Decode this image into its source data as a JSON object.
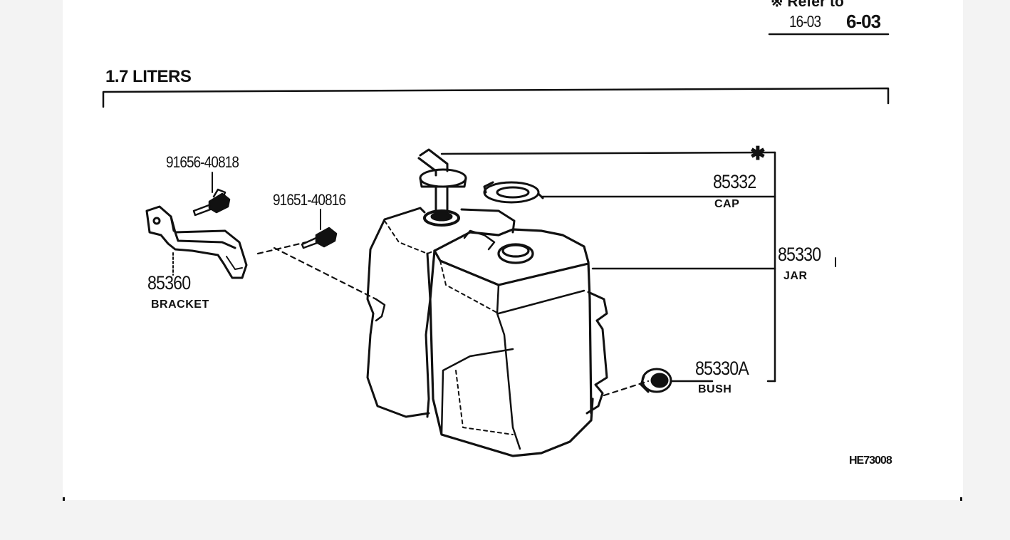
{
  "header": {
    "refer_to": "※ Refer to",
    "ref_small": "16-03",
    "ref_big": "6-03"
  },
  "section_title": "1.7 LITERS",
  "parts": {
    "bolt_1": {
      "number": "91656-40818"
    },
    "bolt_2": {
      "number": "91651-40816"
    },
    "bracket": {
      "number": "85360",
      "label": "BRACKET"
    },
    "cap": {
      "number": "85332",
      "label": "CAP"
    },
    "jar": {
      "number": "85330",
      "label": "JAR"
    },
    "bush": {
      "number": "85330A",
      "label": "BUSH"
    }
  },
  "asterisk": "✱",
  "figure_code": "HE73008"
}
